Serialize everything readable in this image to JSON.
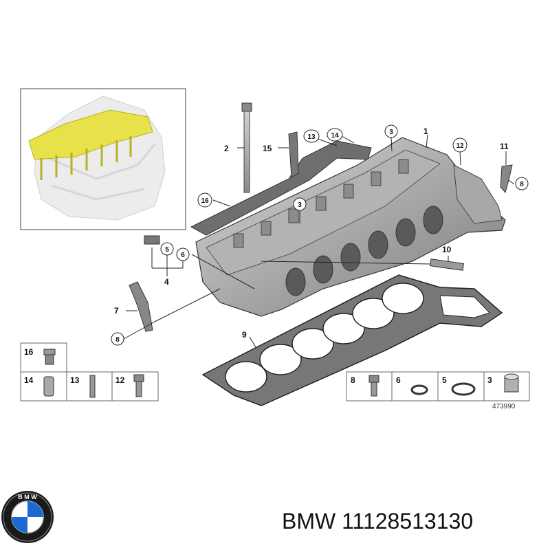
{
  "callouts": {
    "c1": "1",
    "c2": "2",
    "c3a": "3",
    "c3b": "3",
    "c4": "4",
    "c5": "5",
    "c6": "6",
    "c7": "7",
    "c8a": "8",
    "c8b": "8",
    "c9": "9",
    "c10": "10",
    "c11": "11",
    "c12": "12",
    "c13": "13",
    "c14": "14",
    "c15": "15",
    "c16": "16"
  },
  "parts_table": {
    "p16": "16",
    "p14": "14",
    "p13": "13",
    "p12": "12",
    "p8": "8",
    "p6": "6",
    "p5": "5",
    "p3": "3"
  },
  "catalog_number": "473990",
  "part_number": {
    "brand": "BMW",
    "number": "11128513130"
  },
  "colors": {
    "highlight": "#e8e24a",
    "line": "#222222",
    "part_gray": "#9a9a9a"
  },
  "icons": [
    "bmw-logo-icon"
  ]
}
